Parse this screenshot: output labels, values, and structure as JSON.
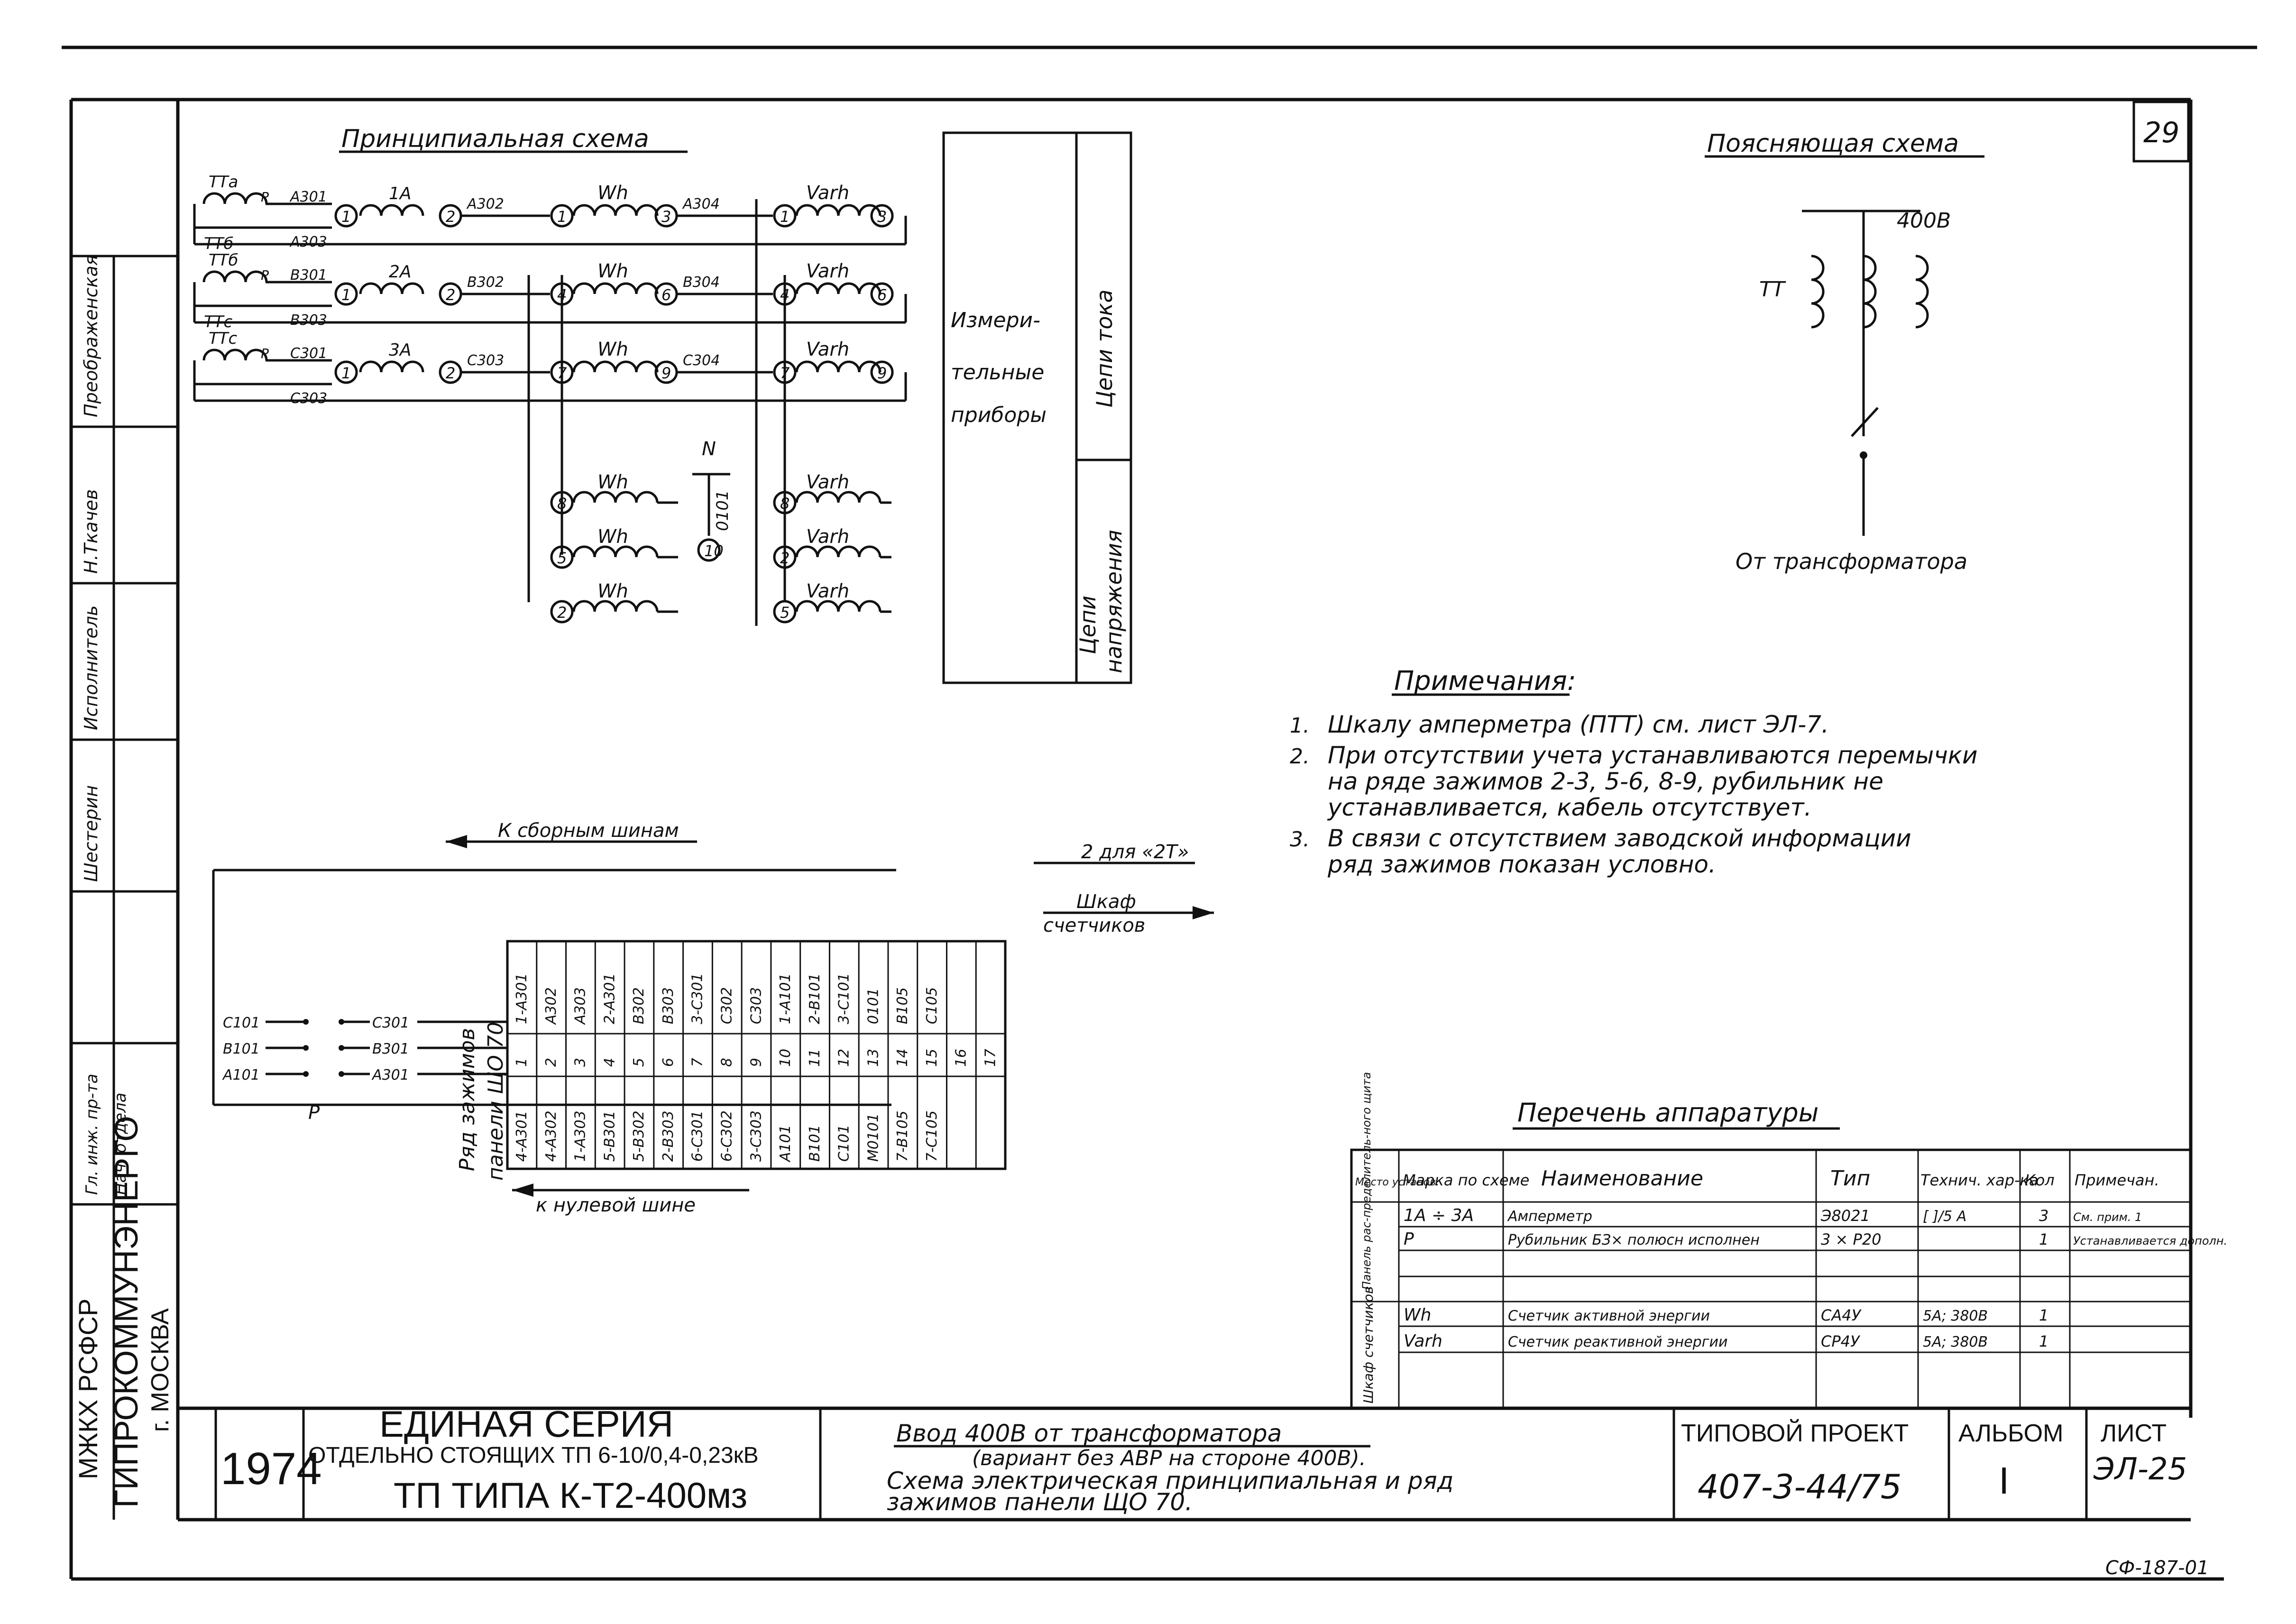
{
  "sheet_number": "29",
  "principal_scheme": {
    "title": "Принципиальная схемa",
    "ct_labels": [
      "ТТа",
      "ТТб",
      "ТТс"
    ],
    "switch_label": "P",
    "phase_rows": [
      {
        "in_top": "A301",
        "in_bot": "A303",
        "ammeter": "1A",
        "wire_a": "A302",
        "wire_b": "A304",
        "t_in": "1",
        "t_a": "2",
        "t_mid": "1",
        "t_b": "3",
        "t_v": "1",
        "t_v_out": "3"
      },
      {
        "in_top": "B301",
        "in_bot": "B303",
        "ammeter": "2A",
        "wire_a": "B302",
        "wire_b": "B304",
        "t_in": "1",
        "t_a": "2",
        "t_mid": "4",
        "t_b": "6",
        "t_v": "4",
        "t_v_out": "6"
      },
      {
        "in_top": "C301",
        "in_bot": "C303",
        "ammeter": "3A",
        "wire_a": "C303",
        "wire_b": "C304",
        "t_in": "1",
        "t_a": "2",
        "t_mid": "7",
        "t_b": "9",
        "t_v": "7",
        "t_v_out": "9"
      }
    ],
    "meter_wh": "Wh",
    "meter_varh": "Varh",
    "voltage_rows": [
      {
        "wh_term": "8",
        "var_term": "8"
      },
      {
        "wh_term": "5",
        "var_term": "2"
      },
      {
        "wh_term": "2",
        "var_term": "5"
      }
    ],
    "neutral_label": "N",
    "neutral_wire": "0101",
    "neutral_term": "10",
    "box_title_lines": [
      "Измери-",
      "тельные",
      "приборы"
    ],
    "box_current": "Цепи тока",
    "box_voltage_lines": [
      "Цепи",
      "напряжения"
    ]
  },
  "explanatory_scheme": {
    "title": "Поясняющая схема",
    "voltage": "400В",
    "ct": "ТТ",
    "caption": "От трансформатора"
  },
  "notes": {
    "title": "Примечания:",
    "items": [
      {
        "num": "1.",
        "lines": [
          "Шкалу амперметра (ПТТ) см. лист ЭЛ-7."
        ]
      },
      {
        "num": "2.",
        "lines": [
          "При отсутствии учета устанавливаются перемычки",
          "на ряде зажимов 2-3, 5-6, 8-9, рубильник не",
          "устанавливается, кабель отсутствует."
        ]
      },
      {
        "num": "3.",
        "lines": [
          "В связи с отсутствием заводской информации",
          "ряд зажимов показан условно."
        ]
      }
    ]
  },
  "terminal_block": {
    "to_buses": "К сборным шинам",
    "to_zero": "к нулевой шине",
    "side_lines": [
      "Ряд зажимов",
      "панели ЩО 70"
    ],
    "cabinet_lines": [
      "Шкаф",
      "счетчиков"
    ],
    "for_ct": "2 для «2Т»",
    "switch": "P",
    "left_inputs": [
      "C101",
      "B101",
      "A101"
    ],
    "right_inputs": [
      "C301",
      "B301",
      "A301"
    ],
    "top_row": [
      "1-A301",
      "A302",
      "A303",
      "2-A301",
      "B302",
      "B303",
      "3-C301",
      "C302",
      "C303",
      "1-A101",
      "2-B101",
      "3-C101",
      "0101",
      "B105",
      "C105",
      "",
      ""
    ],
    "mid_row": [
      "1",
      "2",
      "3",
      "4",
      "5",
      "6",
      "7",
      "8",
      "9",
      "10",
      "11",
      "12",
      "13",
      "14",
      "15",
      "16",
      "17"
    ],
    "bot_row": [
      "4-A301",
      "4-A302",
      "1-A303",
      "5-B301",
      "5-B302",
      "2-B303",
      "6-C301",
      "6-C302",
      "3-C303",
      "A101",
      "B101",
      "C101",
      "M0101",
      "7-B105",
      "7-C105",
      "",
      ""
    ]
  },
  "equipment_list": {
    "title": "Перечень аппаратуры",
    "headers": [
      "Место установ.",
      "Марка по схеме",
      "Наименование",
      "Тип",
      "Технич. хар-ка",
      "Кол",
      "Примечан."
    ],
    "group1": "Панель рас-пределитель-ного щита",
    "group2": "Шкаф счетчиков",
    "rows": [
      {
        "mark": "1A ÷ 3A",
        "name": "Амперметр",
        "type": "Э8021",
        "tech": "[ ]/5 А",
        "qty": "3",
        "note": "См. прим. 1"
      },
      {
        "mark": "P",
        "name": "Рубильник БЗ× полюсн исполнен",
        "type": "3 × Р20",
        "tech": "",
        "qty": "1",
        "note": "Устанавливается дополн."
      },
      {
        "mark": "",
        "name": "",
        "type": "",
        "tech": "",
        "qty": "",
        "note": ""
      },
      {
        "mark": "Wh",
        "name": "Счетчик активной энергии",
        "type": "СА4У",
        "tech": "5А; 380В",
        "qty": "1",
        "note": ""
      },
      {
        "mark": "Varh",
        "name": "Счетчик реактивной энергии",
        "type": "СР4У",
        "tech": "5А; 380В",
        "qty": "1",
        "note": ""
      }
    ]
  },
  "stamp": {
    "side_labels": [
      "Преображенская",
      "Н.Ткачев",
      "Исполнитель",
      "Шестерин",
      "Гл. инж. пр-та",
      "Нач. отдела"
    ],
    "org_lines": [
      "МЖКХ РСФСР",
      "ГИПРОКОММУНЭНЕРГО",
      "г. МОСКВА"
    ],
    "year": "1974",
    "series": "ЕДИНАЯ СЕРИЯ",
    "series_sub": "ОТДЕЛЬНО СТОЯЩИХ ТП 6-10/0,4-0,23кВ",
    "series_type": "ТП ТИПА К-Т2-400мз",
    "title_lines": [
      "Ввод 400В от трансформатора",
      "(вариант без АВР на стороне 400В).",
      "Схема электрическая принципиальная и ряд",
      "зажимов панели ЩО 70."
    ],
    "project_label": "ТИПОВОЙ ПРОЕКТ",
    "project_num": "407-3-44/75",
    "album_label": "АЛЬБОМ",
    "album_num": "I",
    "sheet_label": "ЛИСТ",
    "sheet_code": "ЭЛ-25"
  },
  "footer_code": "СФ-187-01"
}
